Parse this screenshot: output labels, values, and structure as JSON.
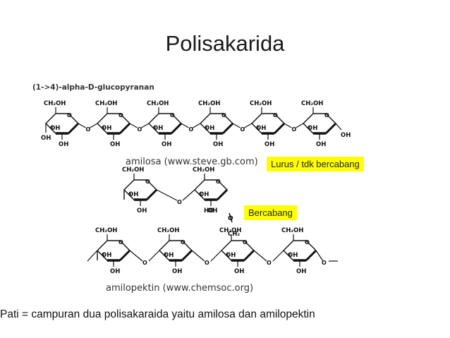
{
  "slide": {
    "title": "Polisakarida",
    "footer": "Pati = campuran dua polisakaraida yaitu amilosa dan amilopektin"
  },
  "diagram": {
    "heading": "(1->4)-alpha-D-glucopyranan",
    "amylose_caption": "amilosa (www.steve.gb.com)",
    "amylopectin_caption": "amilopektin (www.chemsoc.org)",
    "branch_link_label": "CH₂",
    "ring_labels": {
      "ch2oh": "CH₂OH",
      "oh": "OH",
      "ho": "HO"
    },
    "callouts": {
      "linear": "Lurus / tdk bercabang",
      "branched": "Bercabang"
    },
    "callout_color": "#ffff00",
    "amylose_ring_count": 6,
    "amylopectin_main_ring_count": 4,
    "amylopectin_branch_ring_count": 2
  }
}
